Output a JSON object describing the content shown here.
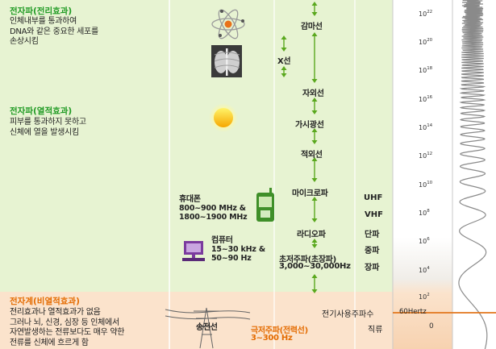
{
  "sections": {
    "ionizing": {
      "heading": "전자파(전리효과)",
      "desc": [
        "인체내부를 통과하여",
        "DNA와 같은 중요한 세포를",
        "손상시킴"
      ]
    },
    "thermal": {
      "heading": "전자파(열적효과)",
      "desc": [
        "피부를 통과하지 못하고",
        "신체에 열을 발생시킴"
      ]
    },
    "nonthermal": {
      "heading": "전자계(비열적효과)",
      "desc": [
        "전리효과나 열적효과가 없음",
        "그러나 뇌, 신경, 심장 등 인체에서",
        "자연발생하는 전류보다도 매우 약한",
        "전류를 신체에 흐르게 함"
      ]
    }
  },
  "waves": {
    "gamma": "감마선",
    "xray": "X선",
    "uv": "자외선",
    "visible": "가시광선",
    "ir": "적외선",
    "microwave": "마이크로파",
    "radio": "라디오파",
    "vlf": "초저주파(초장파)",
    "vlf_range": "3,000~30,000Hz",
    "elf": "극저주파(전력선)",
    "elf_range": "3~300 Hz"
  },
  "devices": {
    "phone": {
      "name": "휴대폰",
      "spec": [
        "800~900 MHz &",
        "1800~1900 MHz"
      ]
    },
    "computer": {
      "name": "컴퓨터",
      "spec": [
        "15~30 kHz &",
        "50~90 Hz"
      ]
    },
    "powerline": {
      "name": "송전선"
    }
  },
  "bands": [
    "UHF",
    "VHF",
    "단파",
    "중파",
    "장파"
  ],
  "power_freq_label": "전기사용주파수",
  "dc_label": "직류",
  "freq_axis": {
    "ticks": [
      {
        "base": "10",
        "exp": "22"
      },
      {
        "base": "10",
        "exp": "20"
      },
      {
        "base": "10",
        "exp": "18"
      },
      {
        "base": "10",
        "exp": "16"
      },
      {
        "base": "10",
        "exp": "14"
      },
      {
        "base": "10",
        "exp": "12"
      },
      {
        "base": "10",
        "exp": "10"
      },
      {
        "base": "10",
        "exp": "8"
      },
      {
        "base": "10",
        "exp": "6"
      },
      {
        "base": "10",
        "exp": "4"
      },
      {
        "base": "10",
        "exp": "2"
      }
    ],
    "marker_label": "60Hertz",
    "zero_label": "0"
  },
  "colors": {
    "green_bg": "#e7f3d2",
    "peach_bg": "#fbe3cc",
    "green_text": "#1f9a23",
    "orange_text": "#e46b00",
    "arrow_green": "#5aa81e",
    "marker_orange": "#e2761b"
  }
}
